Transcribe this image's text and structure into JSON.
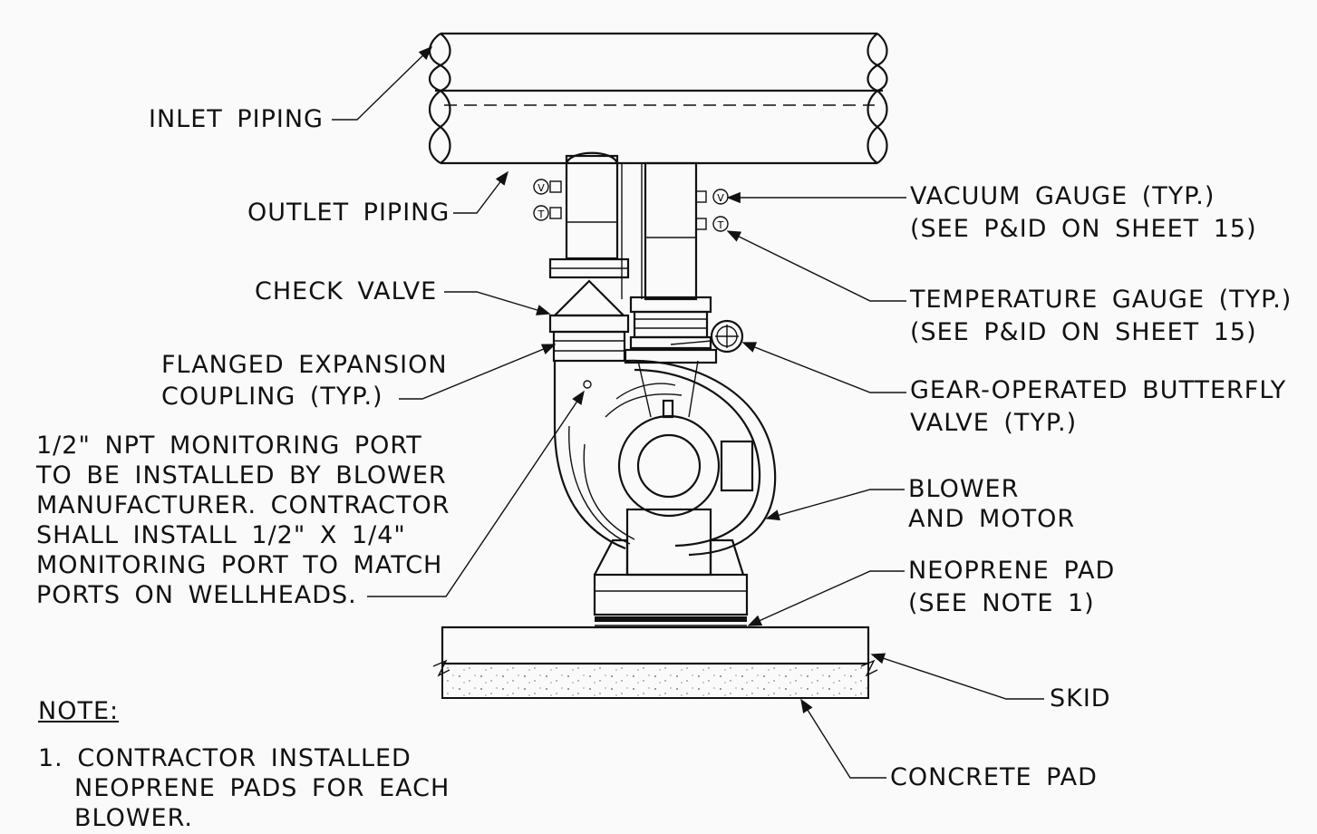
{
  "labels": {
    "inlet_piping": "INLET PIPING",
    "outlet_piping": "OUTLET PIPING",
    "check_valve": "CHECK VALVE",
    "expansion_coupling_1": "FLANGED EXPANSION",
    "expansion_coupling_2": "COUPLING (TYP.)",
    "monitoring_port": [
      "1/2\" NPT MONITORING PORT",
      "TO BE INSTALLED BY BLOWER",
      "MANUFACTURER. CONTRACTOR",
      "SHALL INSTALL 1/2\" X 1/4\"",
      "MONITORING PORT TO MATCH",
      "PORTS ON WELLHEADS."
    ],
    "vacuum_gauge_1": "VACUUM GAUGE (TYP.)",
    "vacuum_gauge_2": "(SEE P&ID ON SHEET 15)",
    "temperature_gauge_1": "TEMPERATURE GAUGE (TYP.)",
    "temperature_gauge_2": "(SEE P&ID ON SHEET 15)",
    "butterfly_valve_1": "GEAR-OPERATED BUTTERFLY",
    "butterfly_valve_2": "VALVE (TYP.)",
    "blower_motor_1": "BLOWER",
    "blower_motor_2": "AND MOTOR",
    "neoprene_pad_1": "NEOPRENE PAD",
    "neoprene_pad_2": "(SEE NOTE 1)",
    "skid": "SKID",
    "concrete_pad": "CONCRETE PAD"
  },
  "gauge_symbols": {
    "vacuum": "V",
    "temperature": "T"
  },
  "note": {
    "title": "NOTE:",
    "lines": [
      "1. CONTRACTOR INSTALLED",
      "NEOPRENE PADS FOR EACH",
      "BLOWER."
    ]
  }
}
